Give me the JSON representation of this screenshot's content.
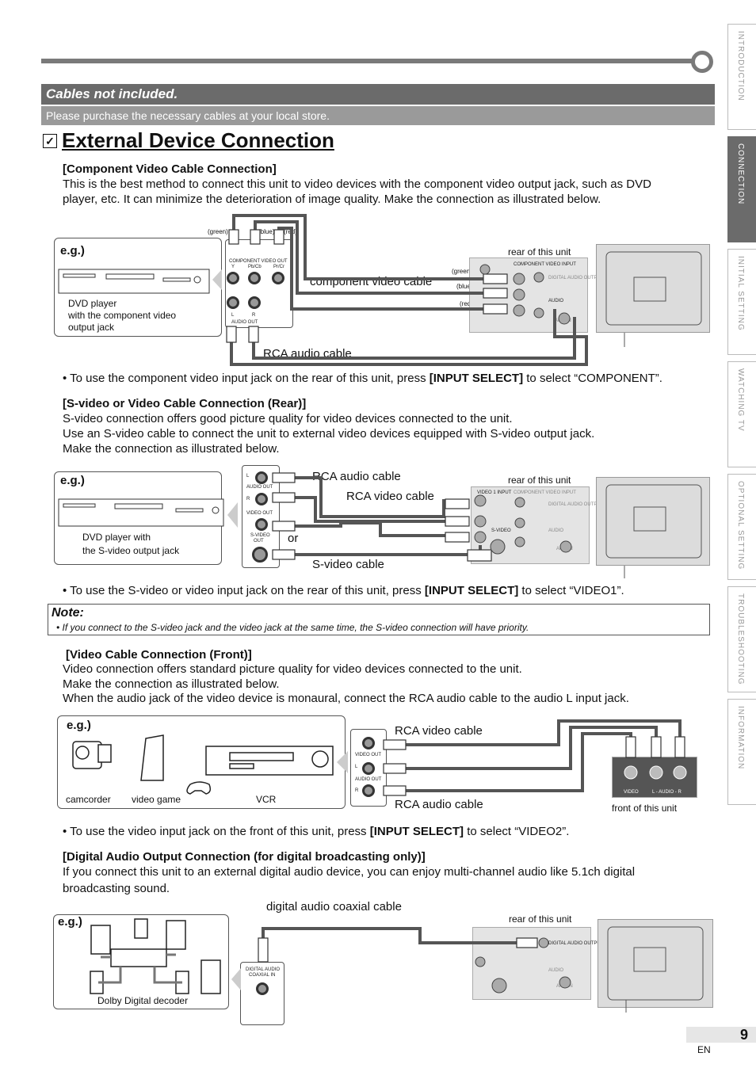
{
  "notice": {
    "heading": "Cables not included.",
    "sub": "Please purchase the necessary cables at your local store."
  },
  "title": "External Device Connection",
  "checkbox_glyph": "✓",
  "component": {
    "heading": "[Component Video Cable Connection]",
    "lines": [
      "This is the best method to connect this unit to video devices with the component video output jack, such as DVD",
      "player, etc. It can minimize the deterioration of image quality. Make the connection as illustrated below."
    ],
    "eg": "e.g.)",
    "device_label": [
      "DVD player",
      "with the component video",
      "output jack"
    ],
    "cable_video": "component video cable",
    "cable_audio": "RCA audio cable",
    "rear_label": "rear of this unit",
    "colors_device": [
      "(green)",
      "(blue)",
      "(red)"
    ],
    "colors_unit": [
      "(green)",
      "(blue)",
      "(red)"
    ],
    "panel_title": "COMPONENT VIDEO OUT",
    "panel_jacks": [
      "Y",
      "Pb/Cb",
      "Pr/Cr"
    ],
    "panel_audio": [
      "L",
      "R"
    ],
    "panel_audio_title": "AUDIO OUT",
    "unit_panel": [
      "COMPONENT VIDEO INPUT",
      "DIGITAL AUDIO OUTPUT",
      "AUDIO",
      "ANT. IN"
    ],
    "bullet": {
      "pre": "• To use the component video input jack on the rear of this unit, press ",
      "key": "[INPUT SELECT]",
      "post": " to select “COMPONENT”."
    }
  },
  "svideo": {
    "heading": "[S-video or Video Cable Connection (Rear)]",
    "lines": [
      "S-video connection offers good picture quality for video devices connected to the unit.",
      "Use an S-video cable to connect the unit to external video devices equipped with S-video output jack.",
      "Make the connection as illustrated below."
    ],
    "eg": "e.g.)",
    "device_label": [
      "DVD player with",
      "the S-video output jack"
    ],
    "cable_audio": "RCA audio cable",
    "cable_video": "RCA video cable",
    "or": "or",
    "cable_svideo": "S-video cable",
    "rear_label": "rear of this unit",
    "panel": [
      "L",
      "AUDIO OUT",
      "R",
      "VIDEO OUT",
      "S-VIDEO",
      "OUT"
    ],
    "unit_panel": [
      "VIDEO 1 INPUT",
      "COMPONENT VIDEO INPUT",
      "S-VIDEO",
      "DIGITAL AUDIO OUTPUT",
      "AUDIO",
      "ANT. IN"
    ],
    "bullet": {
      "pre": "• To use the S-video or video input jack on the rear of this unit, press ",
      "key": "[INPUT SELECT]",
      "post": " to select “VIDEO1”."
    }
  },
  "note": {
    "heading": "Note:",
    "text": "• If you connect to the S-video jack and the video jack at the same time, the S-video connection will have priority."
  },
  "front": {
    "heading": "[Video Cable Connection (Front)]",
    "lines": [
      "Video connection offers standard picture quality for video devices connected to the unit.",
      "Make the connection as illustrated below.",
      "When the audio jack of the video device is monaural, connect the RCA audio cable to the audio L input jack."
    ],
    "eg": "e.g.)",
    "devices": [
      "camcorder",
      "video game",
      "VCR"
    ],
    "cable_video": "RCA video cable",
    "cable_audio": "RCA audio cable",
    "panel": [
      "VIDEO OUT",
      "L",
      "AUDIO OUT",
      "R"
    ],
    "unit_panel": [
      "VIDEO",
      "L - AUDIO - R"
    ],
    "front_label": "front of this unit",
    "bullet": {
      "pre": "• To use the video input jack on the front of this unit, press ",
      "key": "[INPUT SELECT]",
      "post": " to select “VIDEO2”."
    }
  },
  "digital": {
    "heading": "[Digital Audio Output Connection (for digital broadcasting only)]",
    "lines": [
      "If you connect this unit to an external digital audio device, you can enjoy multi-channel audio like 5.1ch digital",
      "broadcasting sound."
    ],
    "eg": "e.g.)",
    "device_label": "Dolby Digital decoder",
    "cable": "digital audio coaxial cable",
    "rear_label": "rear of this unit",
    "panel": [
      "DIGITAL AUDIO",
      "COAXIAL IN"
    ],
    "unit_panel": [
      "DIGITAL AUDIO OUTPUT",
      "AUDIO",
      "ANT. IN"
    ]
  },
  "tabs": [
    "INTRODUCTION",
    "CONNECTION",
    "INITIAL SETTING",
    "WATCHING TV",
    "OPTIONAL SETTING",
    "TROUBLESHOOTING",
    "INFORMATION"
  ],
  "page": {
    "number": "9",
    "lang": "EN"
  }
}
